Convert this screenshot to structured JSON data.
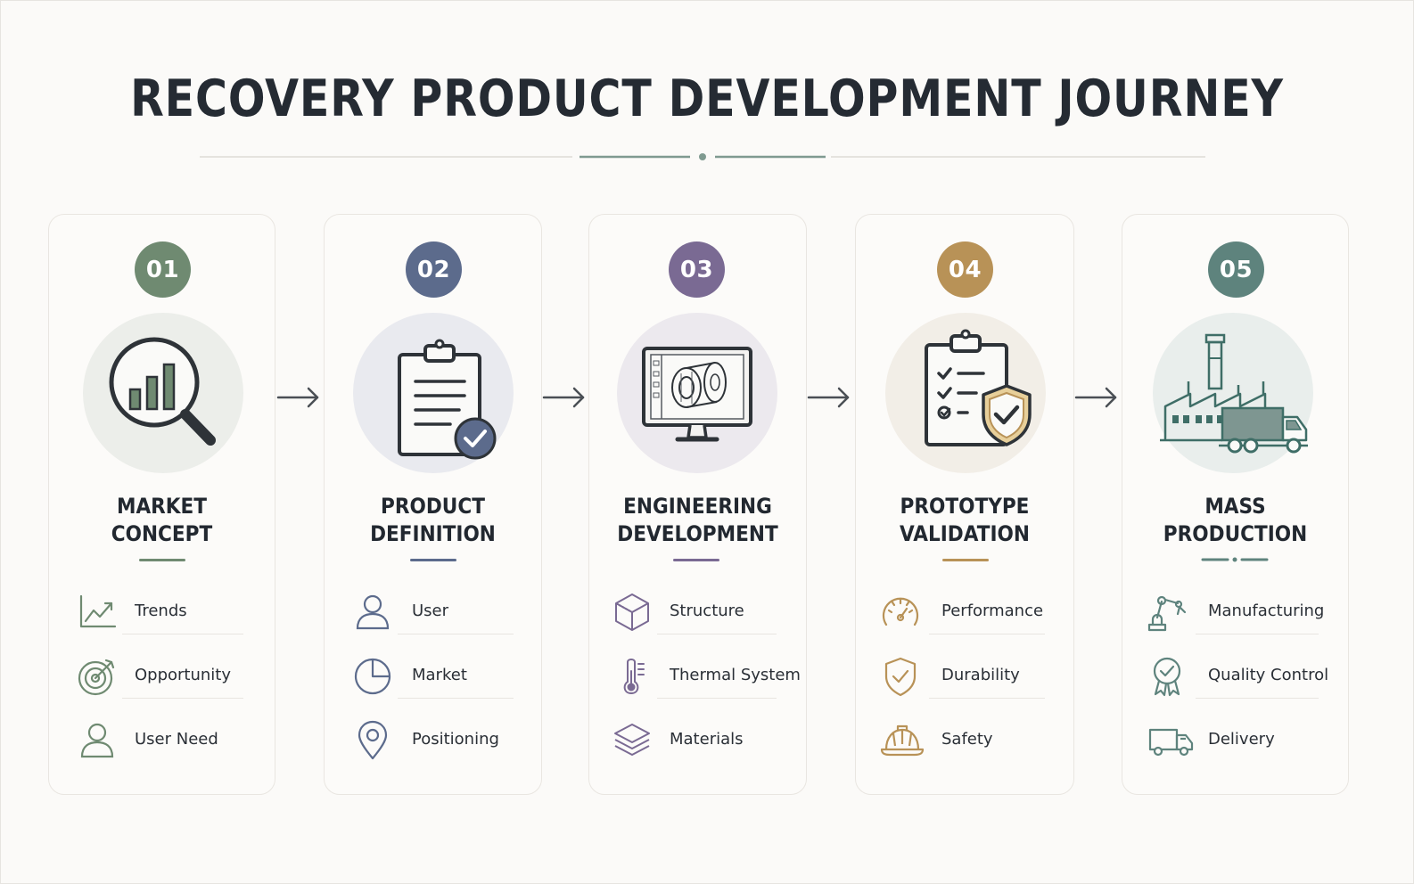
{
  "title": "RECOVERY PRODUCT DEVELOPMENT JOURNEY",
  "colors": {
    "background": "#fbfaf8",
    "title": "#252b33",
    "stage1": "#6f8a71",
    "stage2": "#5c6b8c",
    "stage3": "#7a6a93",
    "stage4": "#b89257",
    "stage5": "#5e837d"
  },
  "stages": [
    {
      "number": "01",
      "title_line1": "MARKET",
      "title_line2": "CONCEPT",
      "hero_icon": "magnifier-bar-chart-icon",
      "items": [
        {
          "label": "Trends",
          "icon": "trend-chart-icon"
        },
        {
          "label": "Opportunity",
          "icon": "target-icon"
        },
        {
          "label": "User Need",
          "icon": "user-icon"
        }
      ]
    },
    {
      "number": "02",
      "title_line1": "PRODUCT",
      "title_line2": "DEFINITION",
      "hero_icon": "clipboard-check-icon",
      "items": [
        {
          "label": "User",
          "icon": "user-icon"
        },
        {
          "label": "Market",
          "icon": "pie-chart-icon"
        },
        {
          "label": "Positioning",
          "icon": "location-pin-icon"
        }
      ]
    },
    {
      "number": "03",
      "title_line1": "ENGINEERING",
      "title_line2": "DEVELOPMENT",
      "hero_icon": "cad-monitor-icon",
      "items": [
        {
          "label": "Structure",
          "icon": "cube-icon"
        },
        {
          "label": "Thermal System",
          "icon": "thermometer-icon"
        },
        {
          "label": "Materials",
          "icon": "layers-icon"
        }
      ]
    },
    {
      "number": "04",
      "title_line1": "PROTOTYPE",
      "title_line2": "VALIDATION",
      "hero_icon": "checklist-shield-icon",
      "items": [
        {
          "label": "Performance",
          "icon": "gauge-icon"
        },
        {
          "label": "Durability",
          "icon": "shield-check-icon"
        },
        {
          "label": "Safety",
          "icon": "hard-hat-icon"
        }
      ]
    },
    {
      "number": "05",
      "title_line1": "MASS",
      "title_line2": "PRODUCTION",
      "hero_icon": "factory-truck-icon",
      "items": [
        {
          "label": "Manufacturing",
          "icon": "robot-arm-icon"
        },
        {
          "label": "Quality Control",
          "icon": "quality-badge-icon"
        },
        {
          "label": "Delivery",
          "icon": "delivery-truck-icon"
        }
      ]
    }
  ]
}
